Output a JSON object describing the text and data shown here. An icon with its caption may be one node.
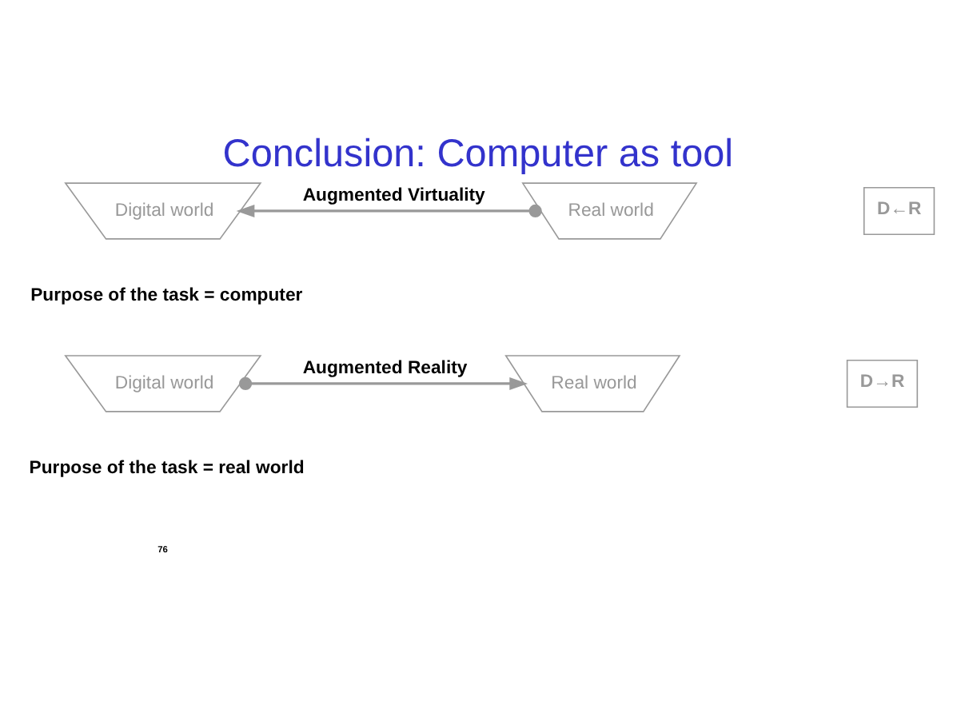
{
  "diagram": {
    "title": "Conclusion: Computer as tool",
    "nodes": [
      {
        "text": [
          "Digital world"
        ]
      },
      {
        "text": [
          "Real world"
        ]
      },
      {
        "text": [
          "D←R"
        ]
      },
      {
        "text": [
          "Digital world"
        ]
      },
      {
        "text": [
          "Real world"
        ]
      },
      {
        "text": [
          "D→R"
        ]
      }
    ],
    "edges": [
      {
        "from": 1,
        "to": 0,
        "arrow": "to",
        "label": "Augmented Virtuality"
      },
      {
        "from": 3,
        "to": 4,
        "arrow": "to",
        "label": "Augmented Reality"
      }
    ],
    "labels": [
      "Purpose of the task = computer",
      "Purpose of the task = real world",
      "76"
    ]
  }
}
